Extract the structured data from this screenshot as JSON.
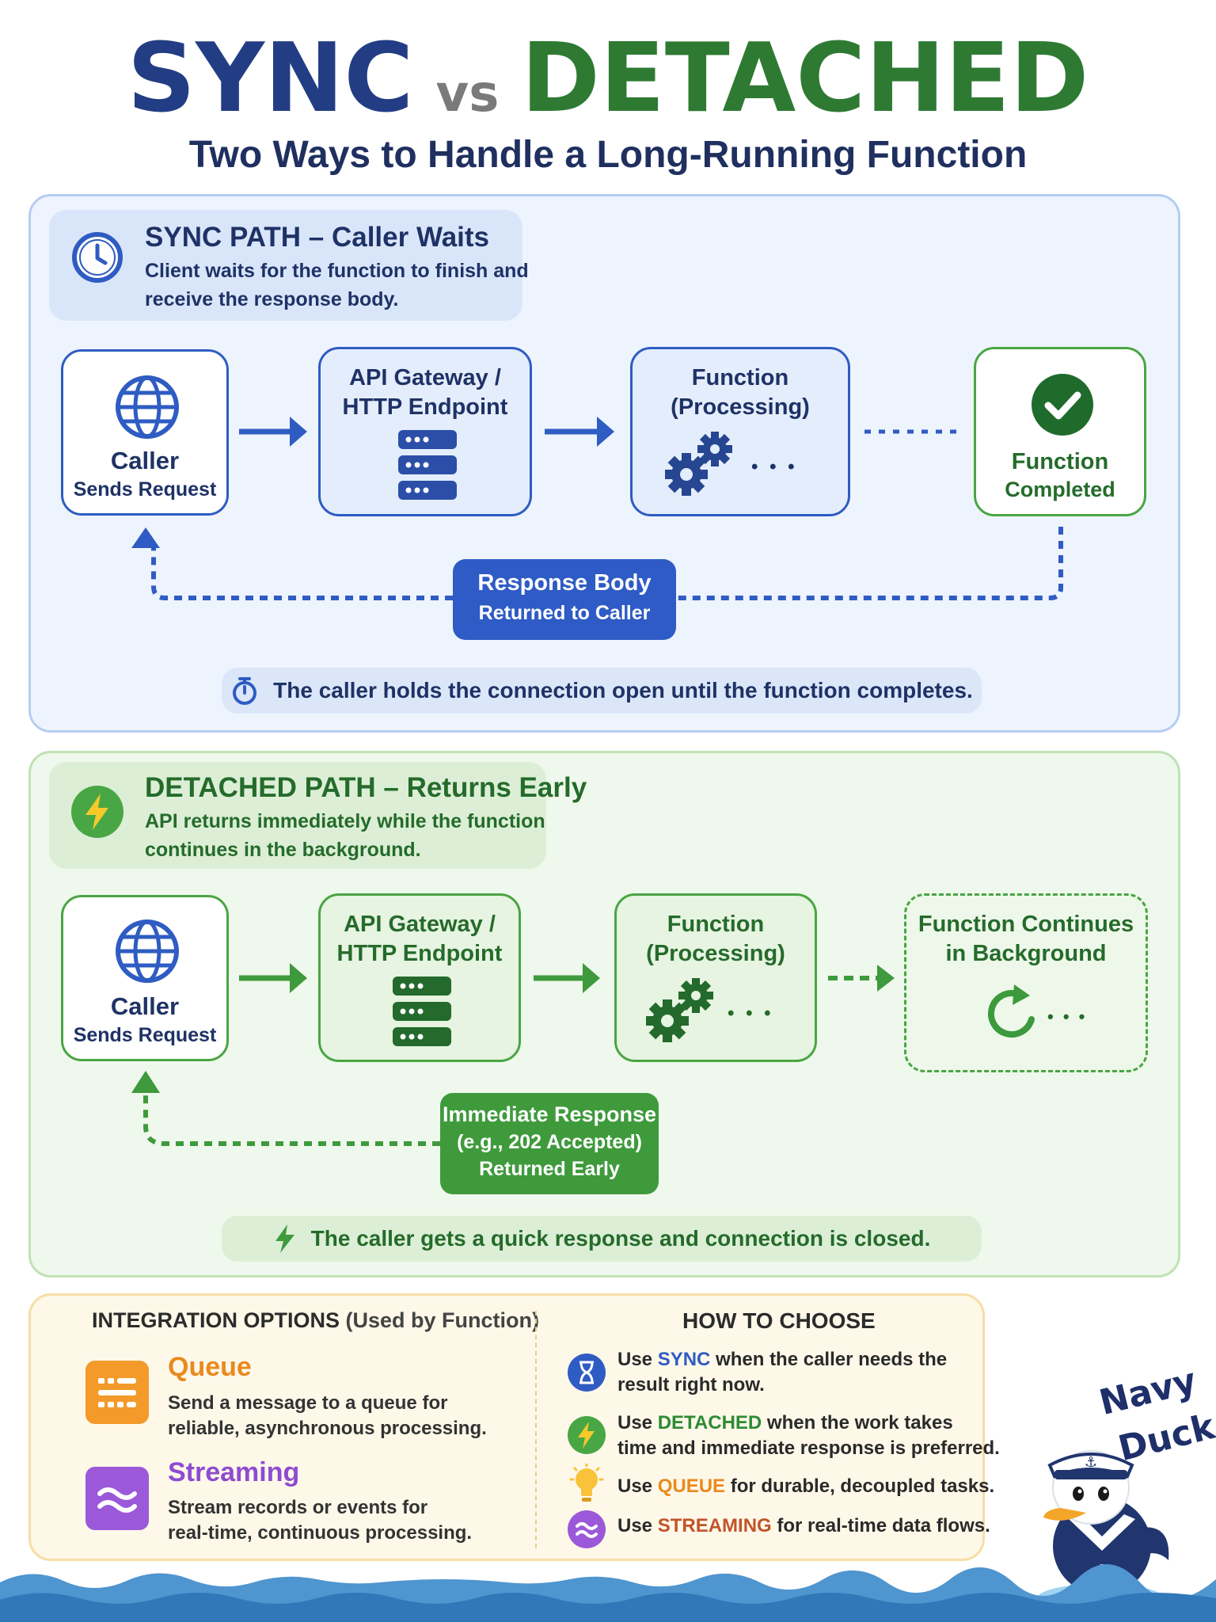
{
  "header": {
    "title_sync": "SYNC",
    "title_vs": "vs",
    "title_detached": "DETACHED",
    "subtitle": "Two Ways to Handle a Long-Running Function"
  },
  "sync": {
    "title": "SYNC PATH – Caller Waits",
    "desc_line1": "Client waits for the function to finish and",
    "desc_line2": "receive the response body.",
    "caller_title": "Caller",
    "caller_sub": "Sends Request",
    "gateway_line1": "API Gateway /",
    "gateway_line2": "HTTP Endpoint",
    "function_line1": "Function",
    "function_line2": "(Processing)",
    "dots": "• • •",
    "completed_line1": "Function",
    "completed_line2": "Completed",
    "response_line1": "Response Body",
    "response_line2": "Returned to Caller",
    "note": "The caller holds the connection open until the function completes."
  },
  "detached": {
    "title": "DETACHED PATH – Returns Early",
    "desc_line1": "API returns immediately while the function",
    "desc_line2": "continues in the background.",
    "caller_title": "Caller",
    "caller_sub": "Sends Request",
    "gateway_line1": "API Gateway /",
    "gateway_line2": "HTTP Endpoint",
    "function_line1": "Function",
    "function_line2": "(Processing)",
    "dots": "• • •",
    "bg_line1": "Function Continues",
    "bg_line2": "in Background",
    "bg_dots": "• • •",
    "response_line1": "Immediate Response",
    "response_line2": "(e.g., 202 Accepted)",
    "response_line3": "Returned Early",
    "note": "The caller gets a quick response and connection is closed."
  },
  "integration": {
    "heading_bold": "INTEGRATION OPTIONS",
    "heading_rest": " (Used by Function)",
    "queue_title": "Queue",
    "queue_line1": "Send a message to a queue for",
    "queue_line2": "reliable, asynchronous processing.",
    "stream_title": "Streaming",
    "stream_line1": "Stream records or events for",
    "stream_line2": "real-time, continuous processing."
  },
  "choose": {
    "heading": "HOW TO CHOOSE",
    "use": "Use ",
    "sync_kw": "SYNC",
    "sync_rest1": " when the caller needs the",
    "sync_rest2": "result right now.",
    "det_kw": "DETACHED",
    "det_rest1": " when the work takes",
    "det_rest2": "time and immediate response is preferred.",
    "queue_kw": "QUEUE",
    "queue_rest": " for durable, decoupled tasks.",
    "stream_kw": "STREAMING",
    "stream_rest": " for real-time data flows."
  },
  "mascot": {
    "line1": "Navy",
    "line2": "Duck"
  },
  "colors": {
    "sync_accent": "#2f5cc2",
    "detached_accent": "#3e9a3c",
    "queue_accent": "#f39a2a",
    "streaming_accent": "#9b59d9",
    "title_navy": "#233d84",
    "title_green": "#2e7a33"
  }
}
